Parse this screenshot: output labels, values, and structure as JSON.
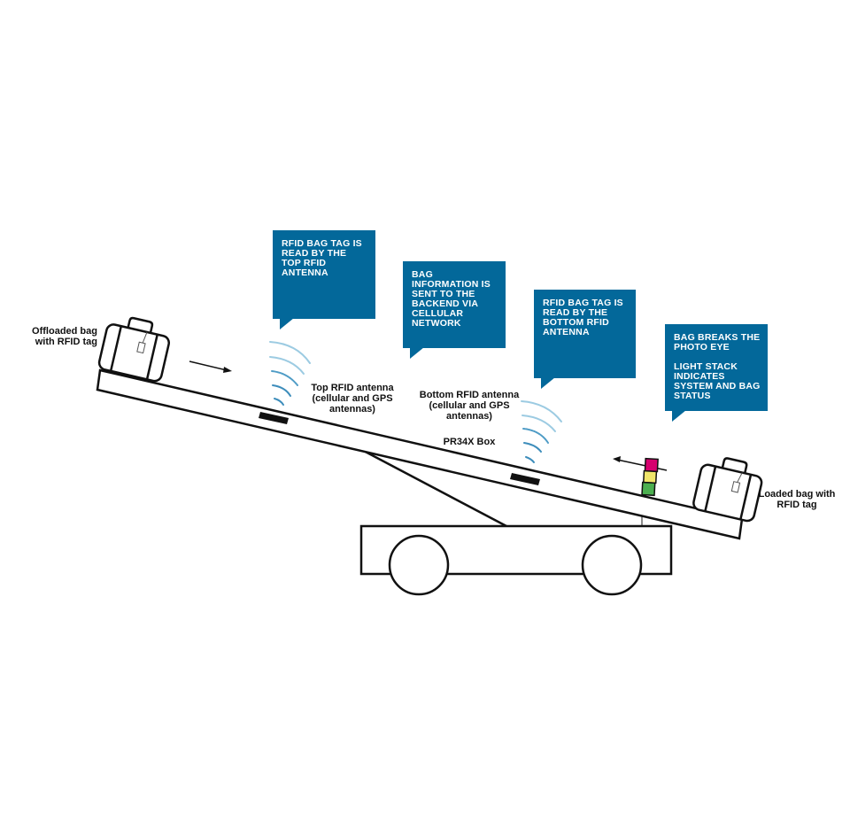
{
  "callouts": [
    {
      "text": "RFID BAG TAG IS READ BY THE TOP RFID ANTENNA"
    },
    {
      "text": "BAG INFORMATION IS SENT TO THE BACKEND VIA CELLULAR NETWORK"
    },
    {
      "text": "RFID BAG TAG IS READ BY THE BOTTOM RFID ANTENNA"
    },
    {
      "text": "BAG BREAKS THE PHOTO EYE",
      "text2": "LIGHT STACK INDICATES SYSTEM AND BAG STATUS"
    }
  ],
  "labels": {
    "offloaded_bag": "Offloaded bag with RFID tag",
    "loaded_bag": "Loaded bag with RFID tag",
    "top_antenna": "Top RFID antenna (cellular and GPS antennas)",
    "bottom_antenna": "Bottom RFID antenna (cellular and GPS antennas)",
    "pr34x_box": "PR34X Box"
  },
  "colors": {
    "callout": "#03689a",
    "light_red": "#d6006e",
    "light_yellow": "#f0e56a",
    "light_green": "#4caf50",
    "wave": "#7fb8d6"
  }
}
